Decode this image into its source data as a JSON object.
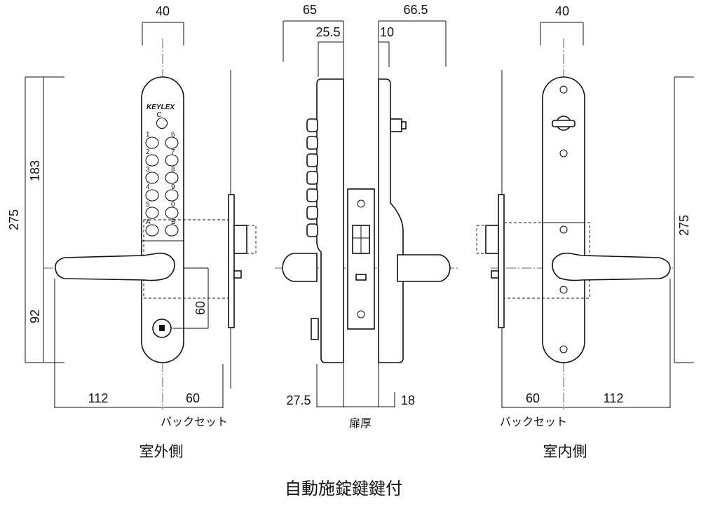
{
  "title": "自動施錠鍵鍵付",
  "views": {
    "outside": {
      "label": "室外側",
      "dims": {
        "width_top": "40",
        "height_total": "275",
        "height_upper": "183",
        "height_lower": "92",
        "offset": "60",
        "bottom_left": "112",
        "bottom_right": "60"
      },
      "backset_label": "バックセット",
      "logo": "KEYLEX",
      "keypad": {
        "clear": "C",
        "left": [
          "1",
          "2",
          "3",
          "4",
          "5",
          "A"
        ],
        "right": [
          "6",
          "7",
          "8",
          "9",
          "0",
          "B"
        ]
      }
    },
    "side": {
      "dims": {
        "top_left": "65",
        "top_mid": "25.5",
        "top_right_small": "10",
        "top_right": "66.5",
        "bottom_left": "27.5",
        "bottom_right": "18"
      },
      "door_label": "扉厚"
    },
    "inside": {
      "label": "室内側",
      "dims": {
        "width_top": "40",
        "height_total": "275",
        "bottom_left": "60",
        "bottom_right": "112"
      },
      "backset_label": "バックセット"
    }
  }
}
